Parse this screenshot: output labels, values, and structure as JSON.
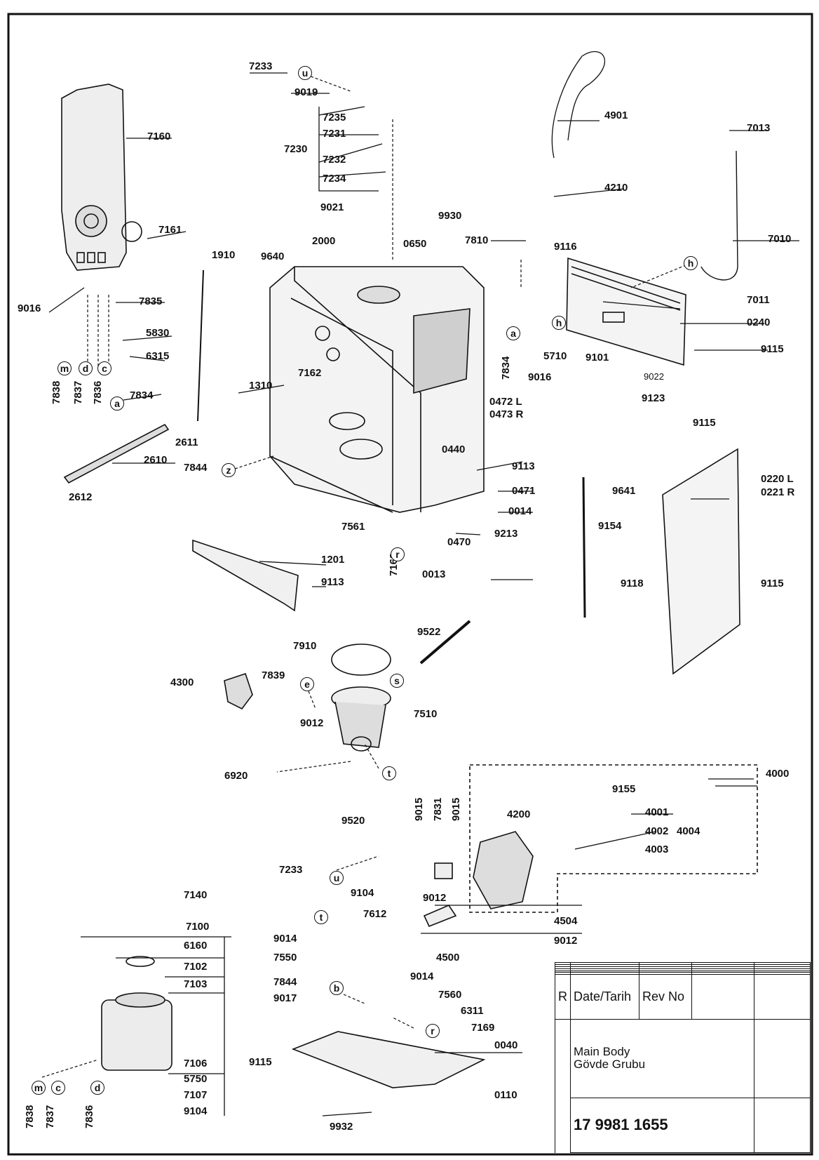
{
  "labels": {
    "p7233a": "7233",
    "p9019": "9019",
    "p7235": "7235",
    "p7231": "7231",
    "p7230": "7230",
    "p7232": "7232",
    "p7234": "7234",
    "p4901": "4901",
    "p7013": "7013",
    "p7160": "7160",
    "p4210": "4210",
    "p9021": "9021",
    "p9930": "9930",
    "p7810": "7810",
    "p7010": "7010",
    "p7161": "7161",
    "p2000": "2000",
    "p0650": "0650",
    "p9116": "9116",
    "p1910": "1910",
    "p9640": "9640",
    "p9016a": "9016",
    "p7835": "7835",
    "p7011": "7011",
    "p0240": "0240",
    "p5830": "5830",
    "p6315": "6315",
    "p7162": "7162",
    "p5710": "5710",
    "p9101": "9101",
    "p9115a": "9115",
    "p9016b": "9016",
    "p9022": "9022",
    "p9123": "9123",
    "p7834a": "7834",
    "p1310": "1310",
    "p0472": "0472 L",
    "p0473": "0473 R",
    "p7834b": "7834",
    "p7838a": "7838",
    "p7837a": "7837",
    "p7836a": "7836",
    "p9115b": "9115",
    "p2611": "2611",
    "p2610": "2610",
    "p7844a": "7844",
    "p0440": "0440",
    "p9113a": "9113",
    "p0220": "0220 L",
    "p0221": "0221 R",
    "p2612": "2612",
    "p9641": "9641",
    "p0471": "0471",
    "p0014": "0014",
    "p9154": "9154",
    "p7561": "7561",
    "p9213": "9213",
    "p0470": "0470",
    "p1201": "1201",
    "p0013": "0013",
    "p7169a": "7169",
    "p9113b": "9113",
    "p9118": "9118",
    "p9115c": "9115",
    "p9522": "9522",
    "p7910": "7910",
    "p7839": "7839",
    "p4300": "4300",
    "p7510": "7510",
    "p9012a": "9012",
    "p4000": "4000",
    "p6920": "6920",
    "p9155": "9155",
    "p9015a": "9015",
    "p7831": "7831",
    "p9015b": "9015",
    "p4200": "4200",
    "p4001": "4001",
    "p9520": "9520",
    "p4002": "4002",
    "p4004": "4004",
    "p4003": "4003",
    "p7233b": "7233",
    "p9104a": "9104",
    "p9012b": "9012",
    "p7612": "7612",
    "p7140": "7140",
    "p4504": "4504",
    "p7100": "7100",
    "p9014a": "9014",
    "p9012c": "9012",
    "p6160": "6160",
    "p7550": "7550",
    "p4500": "4500",
    "p9014b": "9014",
    "p7102": "7102",
    "p7103": "7103",
    "p7844b": "7844",
    "p7560": "7560",
    "p9017": "9017",
    "p6311": "6311",
    "p7169b": "7169",
    "p0040": "0040",
    "p9115d": "9115",
    "p7106": "7106",
    "p5750": "5750",
    "p7107": "7107",
    "p9104b": "9104",
    "p0110": "0110",
    "p7838b": "7838",
    "p7837b": "7837",
    "p7836b": "7836",
    "p9932": "9932"
  },
  "callouts": {
    "u1": "u",
    "h1": "h",
    "h2": "h",
    "a1": "a",
    "m1": "m",
    "d1": "d",
    "c1": "c",
    "a2": "a",
    "z1": "z",
    "r1": "r",
    "e1": "e",
    "s1": "s",
    "t1": "t",
    "u2": "u",
    "t2": "t",
    "b1": "b",
    "r2": "r",
    "m2": "m",
    "c2": "c",
    "d2": "d"
  },
  "title_block": {
    "rev_letter": "R",
    "date_label": "Date/Tarih",
    "rev_no_label": "Rev No",
    "title_en": "Main Body",
    "title_tr": "Gövde Grubu",
    "drawing_no": "17 9981 1655"
  },
  "colors": {
    "line": "#111111",
    "paper": "#ffffff",
    "part_fill": "#e6e6e6"
  }
}
